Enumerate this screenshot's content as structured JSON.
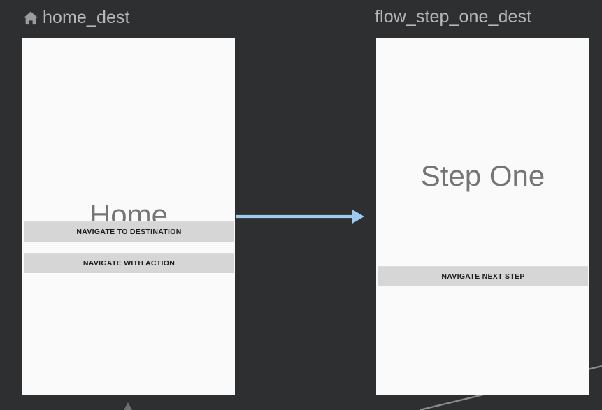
{
  "canvas": {
    "background": "#2d2f31",
    "accent_arrow_color": "#9ec9f0",
    "panel_background": "#fafafa",
    "button_background": "#d6d6d6",
    "label_color": "#b6b9bb",
    "screen_text_color": "#757575"
  },
  "destinations": [
    {
      "id": "home",
      "label": "home_dest",
      "has_start_icon": true,
      "icon": "home-icon",
      "screen_title": "Home",
      "buttons": [
        {
          "label": "NAVIGATE TO DESTINATION"
        },
        {
          "label": "NAVIGATE WITH ACTION"
        }
      ]
    },
    {
      "id": "flow-step-one",
      "label": "flow_step_one_dest",
      "has_start_icon": false,
      "icon": "",
      "screen_title": "Step One",
      "buttons": [
        {
          "label": "NAVIGATE NEXT STEP"
        }
      ]
    }
  ],
  "actions": [
    {
      "id": "home-to-step-one",
      "from": "home",
      "to": "flow-step-one",
      "color": "#9ec9f0"
    }
  ]
}
